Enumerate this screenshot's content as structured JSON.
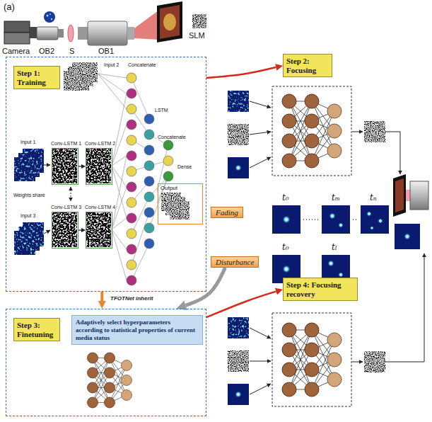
{
  "diagram": {
    "nodes": [
      {
        "text": [
          "Step 1: Training"
        ]
      },
      {
        "text": [
          "Conv-LSTM 1"
        ],
        "in": 0
      },
      {
        "text": [
          "Conv-LSTM 2"
        ],
        "in": 0
      },
      {
        "text": [
          "Conv-LSTM 3"
        ],
        "in": 0
      },
      {
        "text": [
          "Conv-LSTM 4"
        ],
        "in": 0
      },
      {
        "text": [
          "Output"
        ],
        "in": 0
      },
      {
        "text": [
          "Step 2: Focusing"
        ]
      },
      {
        "text": [
          "Fading"
        ]
      },
      {
        "text": [
          "Disturbance"
        ]
      },
      {
        "text": [
          "Step 3: Finetuning"
        ]
      },
      {
        "text": [
          "Adaptively select hyperparameters according to statistical properties of current media status"
        ],
        "in": 9
      },
      {
        "text": [
          "Step 4: Focusing recovery"
        ]
      }
    ],
    "edges": [
      {
        "from": 1,
        "to": 2,
        "arrow": "to"
      },
      {
        "from": 3,
        "to": 4,
        "arrow": "to"
      },
      {
        "from": 0,
        "to": 6,
        "arrow": "to"
      },
      {
        "from": 0,
        "to": 9,
        "label": "TFOTNet inherit",
        "arrow": "to"
      },
      {
        "from": 8,
        "to": 9,
        "arrow": "to"
      },
      {
        "from": 9,
        "to": 11,
        "arrow": "to"
      }
    ],
    "labels": [
      "(a)",
      "Camera",
      "OB2",
      "S",
      "OB1",
      "SLM",
      "Input 2",
      "Concatenate",
      "LSTM",
      "Input 1",
      "Weights share",
      "Concatenate",
      "Dense",
      "Input 3",
      "t₀",
      "tₘ",
      "tₙ",
      "t₀",
      "tₗ"
    ]
  }
}
